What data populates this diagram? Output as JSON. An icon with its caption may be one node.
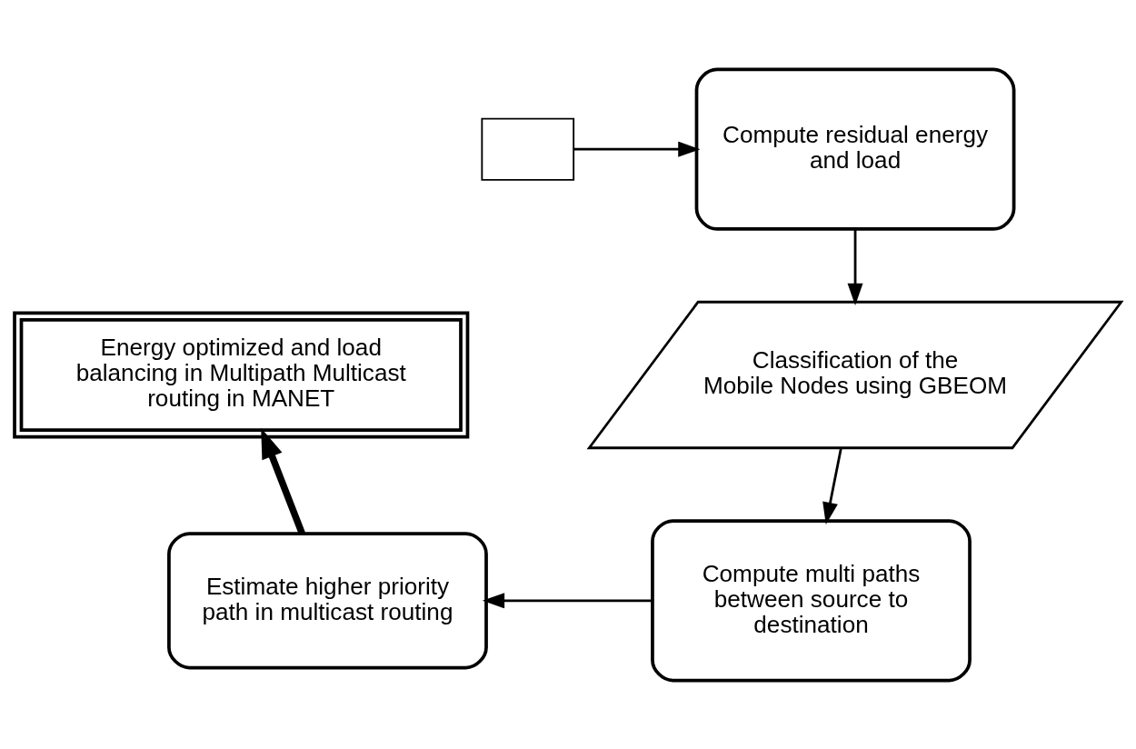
{
  "diagram": {
    "nodes": [
      {
        "text": [],
        "shape": "box"
      },
      {
        "text": [
          "Compute residual energy and load"
        ]
      },
      {
        "text": [
          "Classification of the Mobile Nodes using GBEOM"
        ]
      },
      {
        "text": [
          "Compute multi paths between source to destination"
        ]
      },
      {
        "text": [
          "Estimate higher priority path in multicast routing"
        ]
      },
      {
        "text": [
          "Energy optimized and load balancing in Multipath Multicast routing in MANET"
        ]
      }
    ],
    "edges": [
      {
        "from": 0,
        "to": 1,
        "arrow": "to"
      },
      {
        "from": 1,
        "to": 2,
        "arrow": "to"
      },
      {
        "from": 2,
        "to": 3,
        "arrow": "to"
      },
      {
        "from": 3,
        "to": 4,
        "arrow": "to"
      },
      {
        "from": 4,
        "to": 5,
        "arrow": "to",
        "style": "thick"
      }
    ]
  }
}
